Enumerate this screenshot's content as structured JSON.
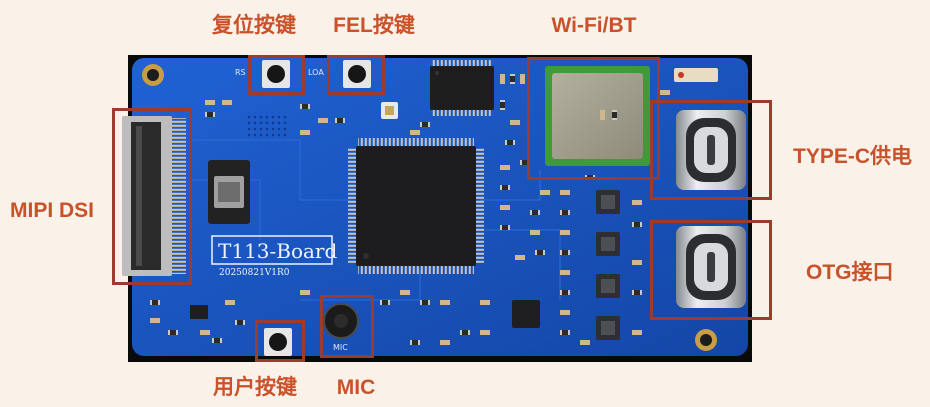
{
  "colors": {
    "background": "#faf1e8",
    "label": "#c9522b",
    "box": "#9e3b2f",
    "pcb": "#1a56c4"
  },
  "labels": {
    "reset_button": "复位按键",
    "fel_button": "FEL按键",
    "wifi_bt": "Wi-Fi/BT",
    "type_c_power": "TYPE-C供电",
    "otg_port": "OTG接口",
    "mipi_dsi": "MIPI DSI",
    "user_button": "用户按键",
    "mic": "MIC"
  },
  "board": {
    "name": "T113-Board",
    "version": "20250821V1R0",
    "silkscreen": {
      "reset": "RS",
      "load": "LOA",
      "mic": "MIC"
    }
  }
}
